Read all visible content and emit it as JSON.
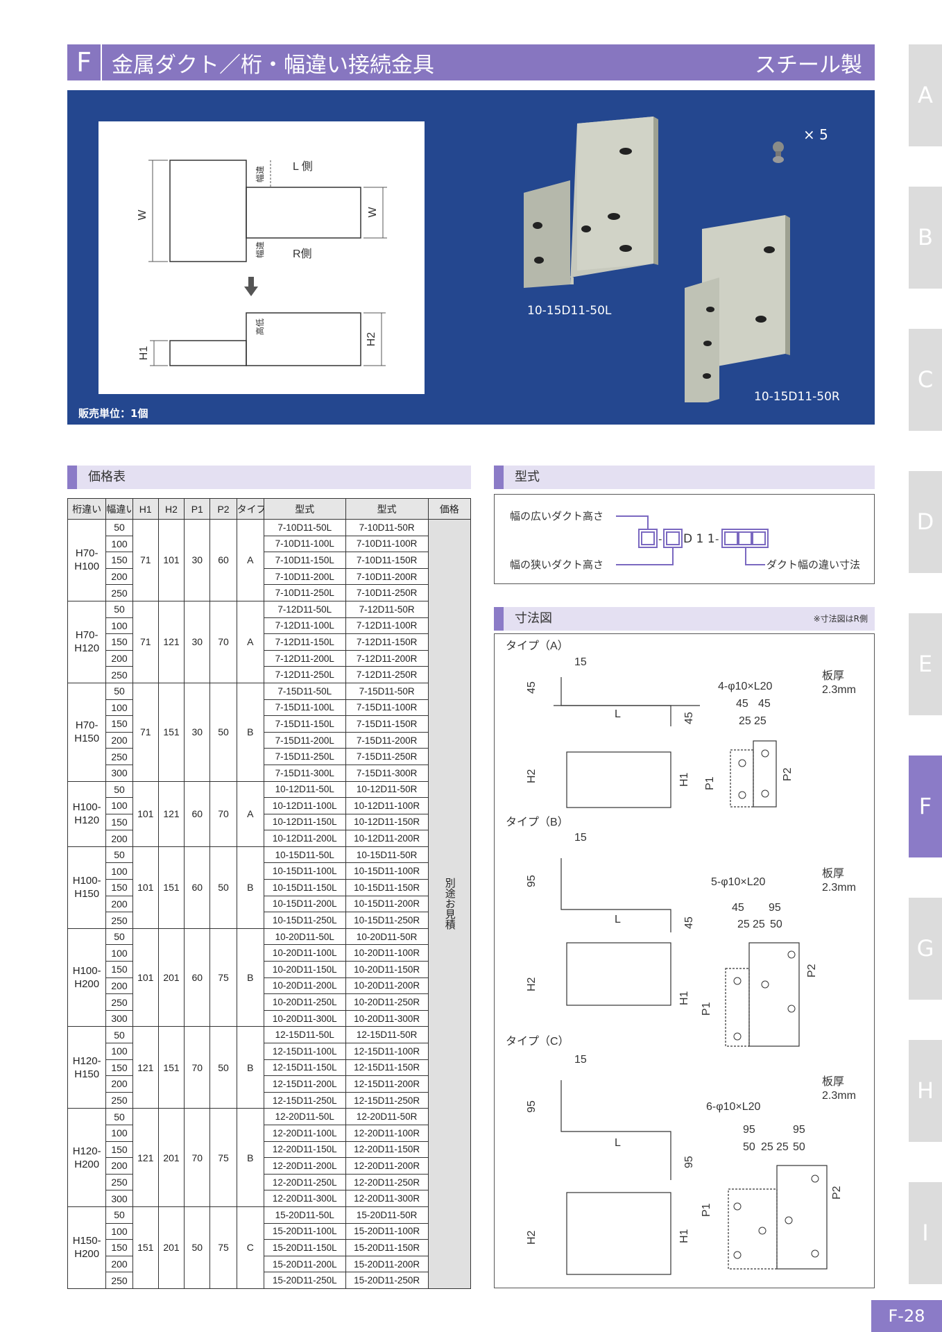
{
  "header": {
    "letter": "F",
    "title": "金属ダクト／桁・幅違い接続金具",
    "material": "スチール製"
  },
  "tabs": [
    "A",
    "B",
    "C",
    "D",
    "E",
    "F",
    "G",
    "H",
    "I"
  ],
  "active_tab": "F",
  "page_number": "F-28",
  "hero": {
    "sale_unit": "販売単位：1個",
    "screw_count": "× 5",
    "part_left": "10-15D11-50L",
    "part_right": "10-15D11-50R",
    "diagram": {
      "l_side": "L 側",
      "r_side": "R側",
      "w_left": "W",
      "w_right": "W",
      "haba1": "幅違",
      "haba2": "幅違",
      "kotei": "高低",
      "h1": "H1",
      "h2": "H2"
    }
  },
  "price_section": {
    "title": "価格表"
  },
  "model_section": {
    "title": "型式",
    "wide_label": "幅の広いダクト高さ",
    "narrow_label": "幅の狭いダクト高さ",
    "diff_label": "ダクト幅の違い寸法",
    "code_mid": "D 1 1"
  },
  "dims_section": {
    "title": "寸法図",
    "note": "※寸法図はR側",
    "typeA": {
      "label": "タイプ（A）",
      "holes": "4-φ10×L20",
      "thickness": "板厚",
      "thickness_val": "2.3mm",
      "d15": "15",
      "d45a": "45",
      "d45b": "45",
      "dL": "L",
      "d45c": "45",
      "d45d": "45",
      "d25a": "25",
      "d25b": "25",
      "H1": "H1",
      "H2": "H2",
      "P1": "P1",
      "P2": "P2"
    },
    "typeB": {
      "label": "タイプ（B）",
      "holes": "5-φ10×L20",
      "thickness": "板厚",
      "thickness_val": "2.3mm",
      "d15": "15",
      "d95": "95",
      "dL": "L",
      "d45": "45",
      "d45t": "45",
      "d95t": "95",
      "d25a": "25",
      "d25b": "25",
      "d50": "50",
      "H1": "H1",
      "H2": "H2",
      "P1": "P1",
      "P2": "P2"
    },
    "typeC": {
      "label": "タイプ（C）",
      "holes": "6-φ10×L20",
      "thickness": "板厚",
      "thickness_val": "2.3mm",
      "d15": "15",
      "d95a": "95",
      "dL": "L",
      "d95b": "95",
      "d95t1": "95",
      "d95t2": "95",
      "d50a": "50",
      "d25a": "25",
      "d25b": "25",
      "d50b": "50",
      "H1": "H1",
      "H2": "H2",
      "P1": "P1",
      "P2": "P2"
    }
  },
  "table": {
    "headers": [
      "桁違い",
      "幅違い",
      "H1",
      "H2",
      "P1",
      "P2",
      "タイプ",
      "型式",
      "型式",
      "価格"
    ],
    "price_note": "別途お見積",
    "groups": [
      {
        "keta": "H70-H100",
        "H1": "71",
        "H2": "101",
        "P1": "30",
        "P2": "60",
        "type": "A",
        "rows": [
          [
            "50",
            "7-10D11-50L",
            "7-10D11-50R"
          ],
          [
            "100",
            "7-10D11-100L",
            "7-10D11-100R"
          ],
          [
            "150",
            "7-10D11-150L",
            "7-10D11-150R"
          ],
          [
            "200",
            "7-10D11-200L",
            "7-10D11-200R"
          ],
          [
            "250",
            "7-10D11-250L",
            "7-10D11-250R"
          ]
        ]
      },
      {
        "keta": "H70-H120",
        "H1": "71",
        "H2": "121",
        "P1": "30",
        "P2": "70",
        "type": "A",
        "rows": [
          [
            "50",
            "7-12D11-50L",
            "7-12D11-50R"
          ],
          [
            "100",
            "7-12D11-100L",
            "7-12D11-100R"
          ],
          [
            "150",
            "7-12D11-150L",
            "7-12D11-150R"
          ],
          [
            "200",
            "7-12D11-200L",
            "7-12D11-200R"
          ],
          [
            "250",
            "7-12D11-250L",
            "7-12D11-250R"
          ]
        ]
      },
      {
        "keta": "H70-H150",
        "H1": "71",
        "H2": "151",
        "P1": "30",
        "P2": "50",
        "type": "B",
        "rows": [
          [
            "50",
            "7-15D11-50L",
            "7-15D11-50R"
          ],
          [
            "100",
            "7-15D11-100L",
            "7-15D11-100R"
          ],
          [
            "150",
            "7-15D11-150L",
            "7-15D11-150R"
          ],
          [
            "200",
            "7-15D11-200L",
            "7-15D11-200R"
          ],
          [
            "250",
            "7-15D11-250L",
            "7-15D11-250R"
          ],
          [
            "300",
            "7-15D11-300L",
            "7-15D11-300R"
          ]
        ]
      },
      {
        "keta": "H100-H120",
        "H1": "101",
        "H2": "121",
        "P1": "60",
        "P2": "70",
        "type": "A",
        "rows": [
          [
            "50",
            "10-12D11-50L",
            "10-12D11-50R"
          ],
          [
            "100",
            "10-12D11-100L",
            "10-12D11-100R"
          ],
          [
            "150",
            "10-12D11-150L",
            "10-12D11-150R"
          ],
          [
            "200",
            "10-12D11-200L",
            "10-12D11-200R"
          ]
        ]
      },
      {
        "keta": "H100-H150",
        "H1": "101",
        "H2": "151",
        "P1": "60",
        "P2": "50",
        "type": "B",
        "rows": [
          [
            "50",
            "10-15D11-50L",
            "10-15D11-50R"
          ],
          [
            "100",
            "10-15D11-100L",
            "10-15D11-100R"
          ],
          [
            "150",
            "10-15D11-150L",
            "10-15D11-150R"
          ],
          [
            "200",
            "10-15D11-200L",
            "10-15D11-200R"
          ],
          [
            "250",
            "10-15D11-250L",
            "10-15D11-250R"
          ]
        ]
      },
      {
        "keta": "H100-H200",
        "H1": "101",
        "H2": "201",
        "P1": "60",
        "P2": "75",
        "type": "B",
        "rows": [
          [
            "50",
            "10-20D11-50L",
            "10-20D11-50R"
          ],
          [
            "100",
            "10-20D11-100L",
            "10-20D11-100R"
          ],
          [
            "150",
            "10-20D11-150L",
            "10-20D11-150R"
          ],
          [
            "200",
            "10-20D11-200L",
            "10-20D11-200R"
          ],
          [
            "250",
            "10-20D11-250L",
            "10-20D11-250R"
          ],
          [
            "300",
            "10-20D11-300L",
            "10-20D11-300R"
          ]
        ]
      },
      {
        "keta": "H120-H150",
        "H1": "121",
        "H2": "151",
        "P1": "70",
        "P2": "50",
        "type": "B",
        "rows": [
          [
            "50",
            "12-15D11-50L",
            "12-15D11-50R"
          ],
          [
            "100",
            "12-15D11-100L",
            "12-15D11-100R"
          ],
          [
            "150",
            "12-15D11-150L",
            "12-15D11-150R"
          ],
          [
            "200",
            "12-15D11-200L",
            "12-15D11-200R"
          ],
          [
            "250",
            "12-15D11-250L",
            "12-15D11-250R"
          ]
        ]
      },
      {
        "keta": "H120-H200",
        "H1": "121",
        "H2": "201",
        "P1": "70",
        "P2": "75",
        "type": "B",
        "rows": [
          [
            "50",
            "12-20D11-50L",
            "12-20D11-50R"
          ],
          [
            "100",
            "12-20D11-100L",
            "12-20D11-100R"
          ],
          [
            "150",
            "12-20D11-150L",
            "12-20D11-150R"
          ],
          [
            "200",
            "12-20D11-200L",
            "12-20D11-200R"
          ],
          [
            "250",
            "12-20D11-250L",
            "12-20D11-250R"
          ],
          [
            "300",
            "12-20D11-300L",
            "12-20D11-300R"
          ]
        ]
      },
      {
        "keta": "H150-H200",
        "H1": "151",
        "H2": "201",
        "P1": "50",
        "P2": "75",
        "type": "C",
        "rows": [
          [
            "50",
            "15-20D11-50L",
            "15-20D11-50R"
          ],
          [
            "100",
            "15-20D11-100L",
            "15-20D11-100R"
          ],
          [
            "150",
            "15-20D11-150L",
            "15-20D11-150R"
          ],
          [
            "200",
            "15-20D11-200L",
            "15-20D11-200R"
          ],
          [
            "250",
            "15-20D11-250L",
            "15-20D11-250R"
          ]
        ]
      }
    ]
  }
}
